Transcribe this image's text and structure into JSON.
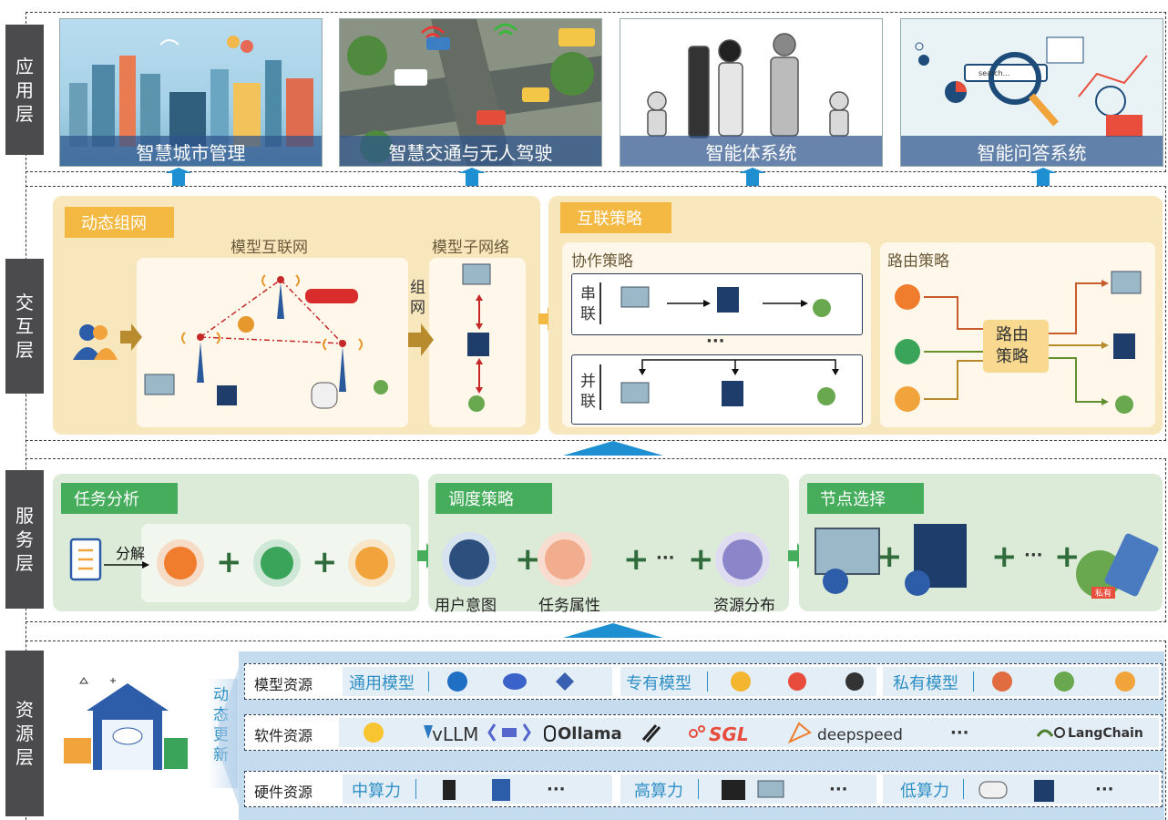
{
  "layers": {
    "application": "应用层",
    "interaction": "交互层",
    "service": "服务层",
    "resource": "资源层"
  },
  "application_cards": [
    {
      "label": "智慧城市管理"
    },
    {
      "label": "智慧交通与无人驾驶"
    },
    {
      "label": "智能体系统"
    },
    {
      "label": "智能问答系统"
    }
  ],
  "app_icons": {
    "search_box_text": "search..."
  },
  "interaction": {
    "dynamic_network_tag": "动态组网",
    "model_internet_title": "模型互联网",
    "model_subnet_title": "模型子网络",
    "networking_label": "组网",
    "strategy_tag": "互联策略",
    "collab_title": "协作策略",
    "serial_label": "串联",
    "parallel_label": "并联",
    "ellipsis": "···",
    "routing_title": "路由策略",
    "routing_box": "路由策略"
  },
  "service": {
    "task_tag": "任务分析",
    "decompose_label": "分解",
    "schedule_tag": "调度策略",
    "user_intent": "用户意图",
    "task_attr": "任务属性",
    "resource_dist": "资源分布",
    "node_tag": "节点选择",
    "plus": "+",
    "ellipsis": "···",
    "private_badge": "私有"
  },
  "resource": {
    "dynamic_update": "动态更新",
    "model_row": {
      "title": "模型资源",
      "general": "通用模型",
      "specialized": "专有模型",
      "private": "私有模型"
    },
    "software_row": {
      "title": "软件资源",
      "vllm": "vLLM",
      "ollama": "Ollama",
      "sgl": "SGL",
      "deepspeed": "deepspeed",
      "ellipsis": "···",
      "langchain": "LangChain"
    },
    "hardware_row": {
      "title": "硬件资源",
      "mid": "中算力",
      "high": "高算力",
      "low": "低算力",
      "ellipsis": "···"
    }
  },
  "colors": {
    "layer_label": "#4b4b4d",
    "yellow_panel": "#f8e7bd",
    "yellow_tag": "#f4b942",
    "green_panel": "#dcebd8",
    "green_tag": "#45ad5b",
    "arrow_blue": "#1e8fd0",
    "band_blue": "#2e548c"
  }
}
